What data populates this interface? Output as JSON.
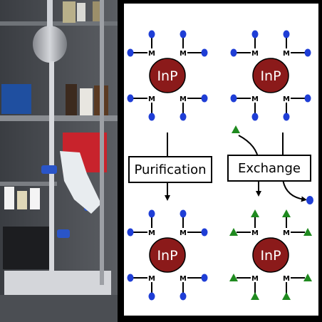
{
  "photo": {
    "subject": "laboratory-glassware-separatory-funnel",
    "colors": {
      "shelf_blue": "#1f4fa0",
      "basket_red": "#c8232c",
      "clamp_blue": "#2a55c8"
    }
  },
  "diagram": {
    "colors": {
      "frame": "#ffffff",
      "core": "#8b1a1a",
      "ligand_native": "#1f3ed6",
      "ligand_new": "#1f8a1f",
      "bond": "#000000",
      "box_fill": "#ffffff",
      "box_stroke": "#000000"
    },
    "panels": [
      {
        "id": "start-left",
        "core_label": "InP",
        "metal_label": "M",
        "ligand": "circle"
      },
      {
        "id": "start-right",
        "core_label": "InP",
        "metal_label": "M",
        "ligand": "circle"
      },
      {
        "id": "purified",
        "core_label": "InP",
        "metal_label": "M",
        "ligand": "circle"
      },
      {
        "id": "exchanged",
        "core_label": "InP",
        "metal_label": "M",
        "ligand": "triangle"
      }
    ],
    "steps": {
      "purification": "Purification",
      "exchange": "Exchange"
    }
  }
}
